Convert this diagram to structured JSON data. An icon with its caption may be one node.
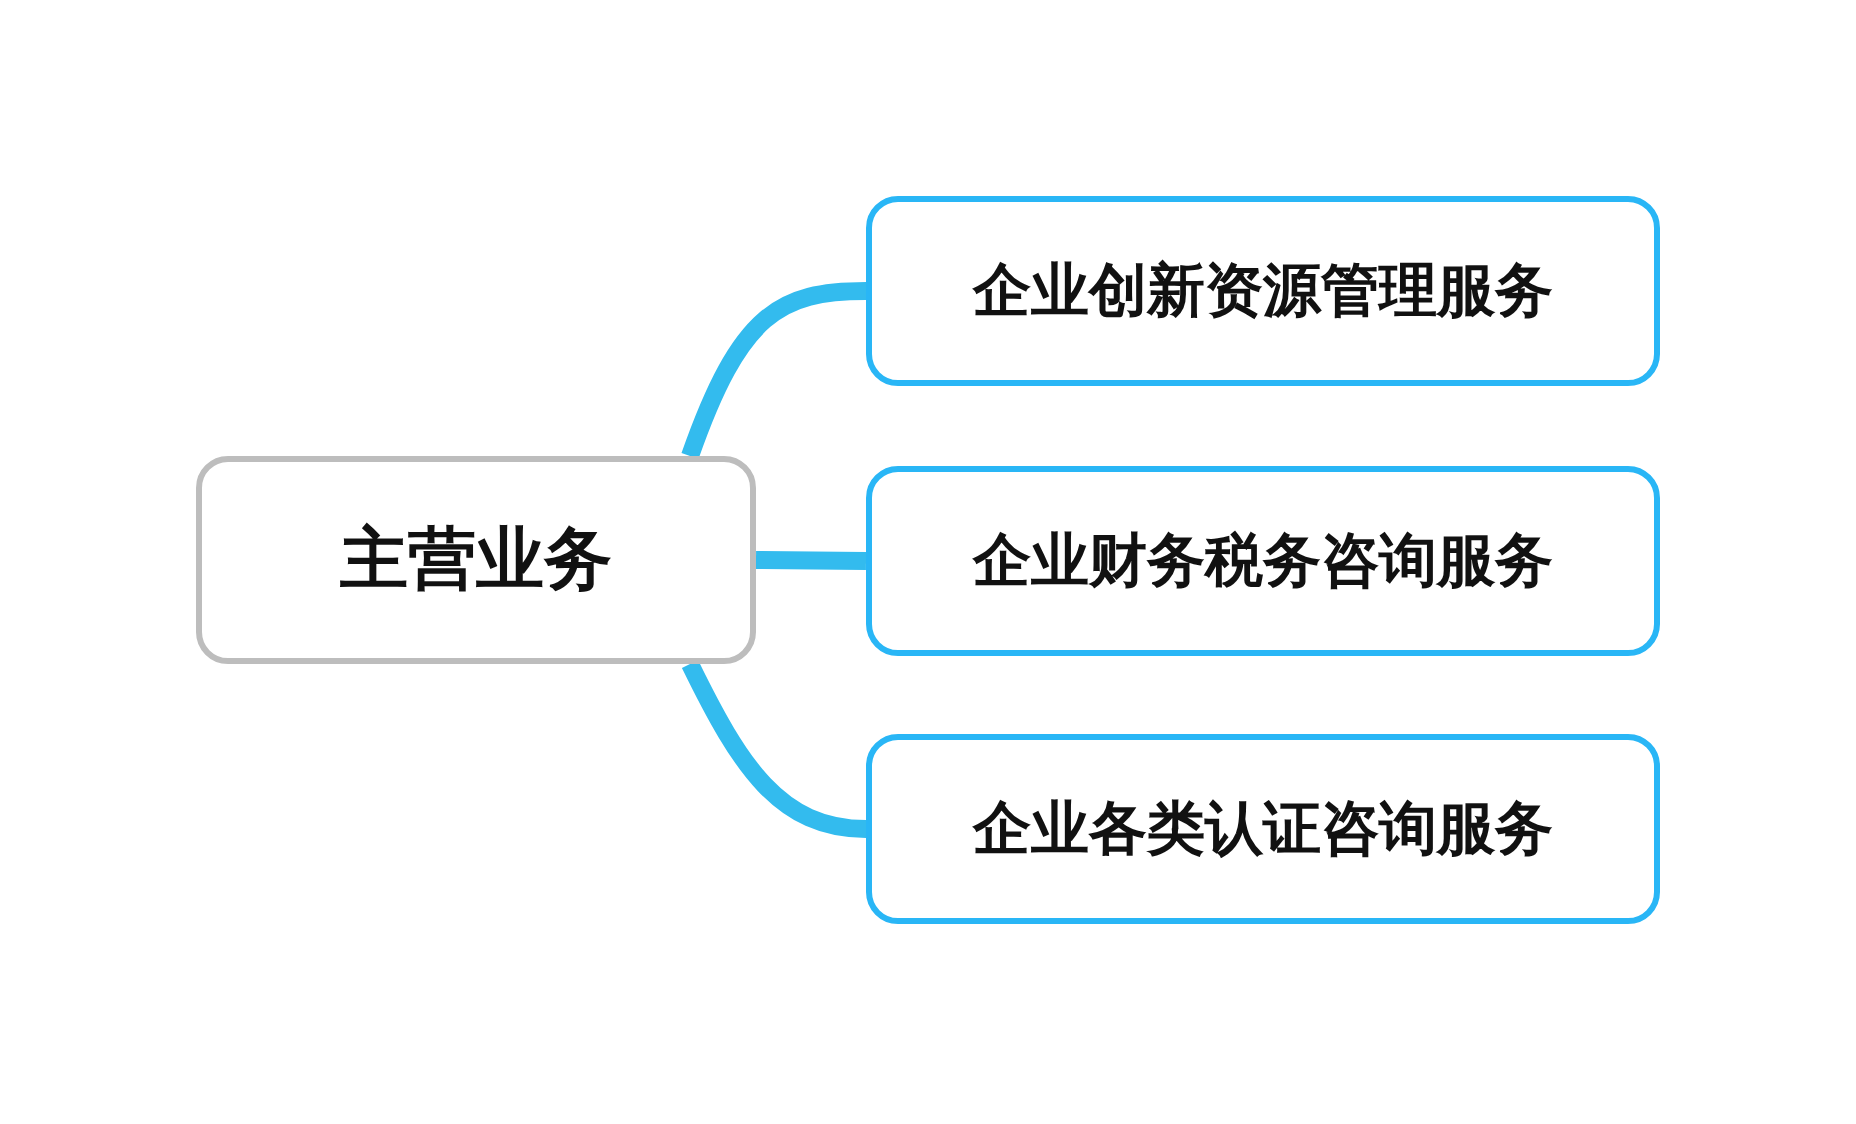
{
  "diagram": {
    "nodes": [
      {
        "text": [
          "主营业务"
        ]
      },
      {
        "text": [
          "企业创新资源管理服务"
        ]
      },
      {
        "text": [
          "企业财务税务咨询服务"
        ]
      },
      {
        "text": [
          "企业各类认证咨询服务"
        ]
      }
    ],
    "edges": [
      {
        "from": 0,
        "to": 1,
        "arrow": "none"
      },
      {
        "from": 0,
        "to": 2,
        "arrow": "none"
      },
      {
        "from": 0,
        "to": 3,
        "arrow": "none"
      }
    ]
  }
}
